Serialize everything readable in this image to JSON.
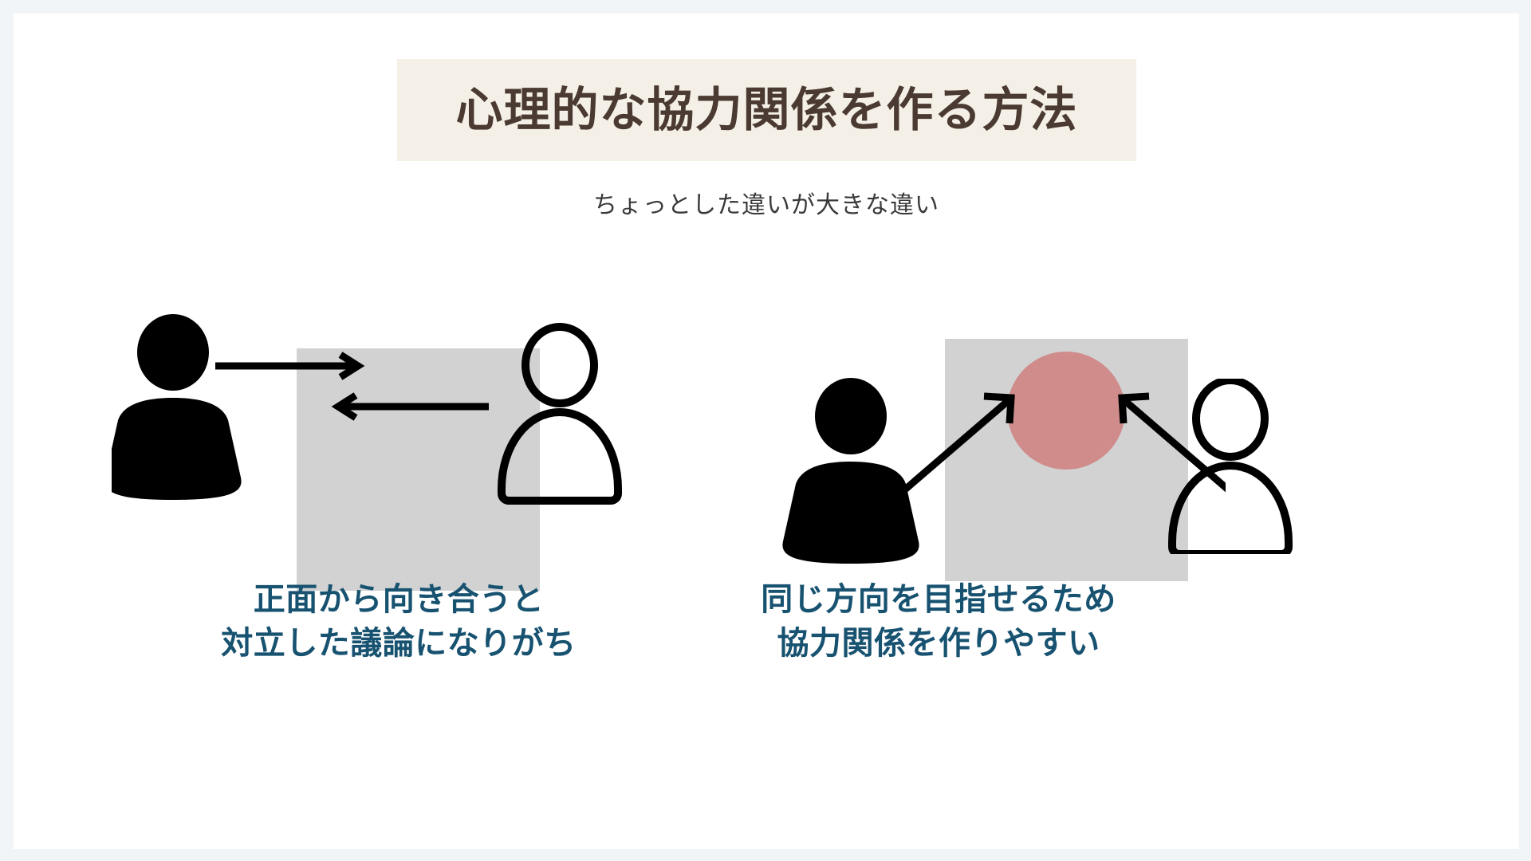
{
  "slide": {
    "background_outer": "#f2f5f7",
    "background_inner": "#ffffff",
    "title": "心理的な協力関係を作る方法",
    "title_color": "#4a3a31",
    "title_highlight_color": "#f4f0e8",
    "subtitle": "ちょっとした違いが大きな違い",
    "subtitle_color": "#3a3a3a"
  },
  "panels": [
    {
      "id": "confrontational",
      "caption_line1": "正面から向き合うと",
      "caption_line2": "対立した議論になりがち",
      "caption_color": "#175270",
      "board_color": "#d2d2d2",
      "person_left": "person-filled-icon",
      "person_right": "person-outline-icon",
      "arrow_1": "arrow-right-icon",
      "arrow_2": "arrow-left-icon",
      "target_circle": null
    },
    {
      "id": "collaborative",
      "caption_line1": "同じ方向を目指せるため",
      "caption_line2": "協力関係を作りやすい",
      "caption_color": "#175270",
      "board_color": "#d2d2d2",
      "person_left": "person-filled-icon",
      "person_right": "person-outline-icon",
      "arrow_1": "arrow-up-right-icon",
      "arrow_2": "arrow-up-left-icon",
      "target_circle": "#d08b8b"
    }
  ]
}
